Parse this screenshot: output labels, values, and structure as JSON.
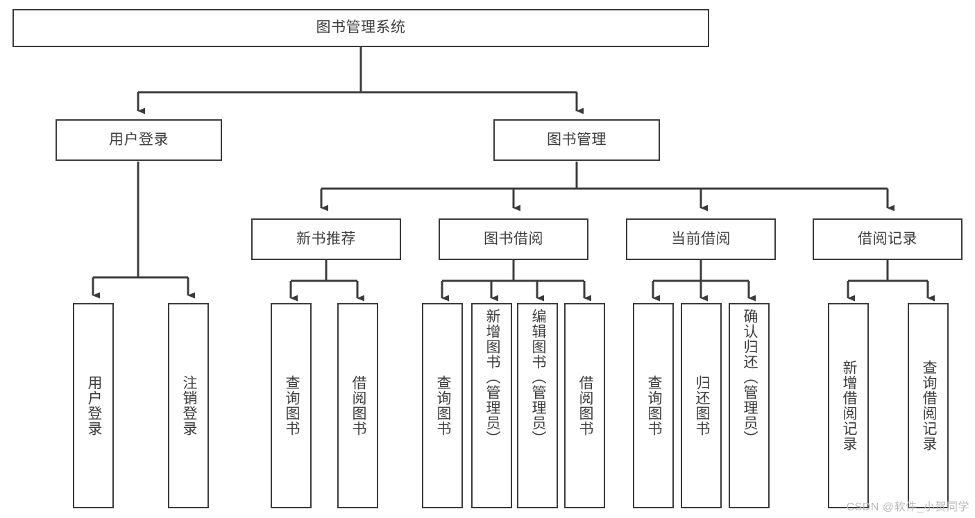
{
  "diagram": {
    "type": "tree",
    "title": "图书管理系统",
    "watermark": "CSDN @软件_小贺同学",
    "colors": {
      "box_border": "#3b3b3b",
      "box_fill": "#ffffff",
      "connector": "#3b3b3b",
      "text": "#3d3d3d",
      "watermark": "#b9b9b9",
      "background": "#ffffff"
    },
    "nodes": {
      "root": {
        "label": "图书管理系统"
      },
      "level2": [
        {
          "id": "user-login",
          "label": "用户登录"
        },
        {
          "id": "book-management",
          "label": "图书管理"
        }
      ],
      "level3": [
        {
          "id": "new-book-recommend",
          "label": "新书推荐"
        },
        {
          "id": "book-borrow",
          "label": "图书借阅"
        },
        {
          "id": "current-borrow",
          "label": "当前借阅"
        },
        {
          "id": "borrow-record",
          "label": "借阅记录"
        }
      ],
      "leaves": {
        "user_login": [
          {
            "id": "leaf-user-login",
            "label": "用户登录"
          },
          {
            "id": "leaf-logout-login",
            "label": "注销登录"
          }
        ],
        "new_book_recommend": [
          {
            "id": "leaf-query-book-1",
            "label": "查询图书"
          },
          {
            "id": "leaf-borrow-book-1",
            "label": "借阅图书"
          }
        ],
        "book_borrow": [
          {
            "id": "leaf-query-book-2",
            "label": "查询图书"
          },
          {
            "id": "leaf-add-book",
            "label": "新增图书（管理员）"
          },
          {
            "id": "leaf-edit-book",
            "label": "编辑图书（管理员）"
          },
          {
            "id": "leaf-borrow-book-2",
            "label": "借阅图书"
          }
        ],
        "current_borrow": [
          {
            "id": "leaf-query-book-3",
            "label": "查询图书"
          },
          {
            "id": "leaf-return-book",
            "label": "归还图书"
          },
          {
            "id": "leaf-confirm-return",
            "label": "确认归还（管理员）"
          }
        ],
        "borrow_record": [
          {
            "id": "leaf-add-record",
            "label": "新增借阅记录"
          },
          {
            "id": "leaf-query-record",
            "label": "查询借阅记录"
          }
        ]
      }
    }
  }
}
